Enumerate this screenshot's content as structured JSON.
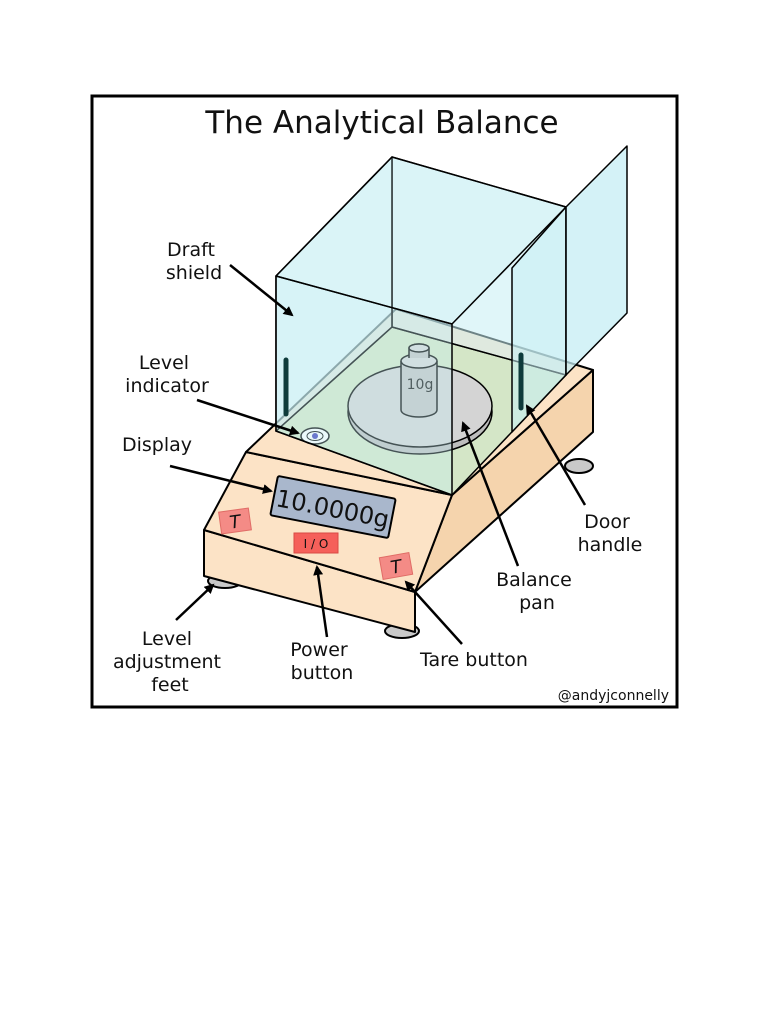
{
  "title": "The Analytical Balance",
  "labels": {
    "draft_shield": [
      "Draft",
      "shield"
    ],
    "level_indicator": [
      "Level",
      "indicator"
    ],
    "display": "Display",
    "door_handle": [
      "Door",
      "handle"
    ],
    "balance_pan": [
      "Balance",
      "pan"
    ],
    "level_feet": [
      "Level",
      "adjustment",
      "feet"
    ],
    "power_button": [
      "Power",
      "button"
    ],
    "tare_button": "Tare button"
  },
  "device": {
    "display_reading": "10.0000g",
    "weight_label": "10g",
    "power_key": "I / O",
    "tare_key": "T"
  },
  "credit": "@andyjconnelly",
  "colors": {
    "body": "#fce3c6",
    "glass": "#c6eef4",
    "glass_floor": "#cde6c7",
    "pan": "#d4d4d4",
    "display_screen": "#a9b7cc",
    "button": "#f5605a",
    "tare_button": "#f48b86",
    "feet": "#c9c9c9"
  }
}
